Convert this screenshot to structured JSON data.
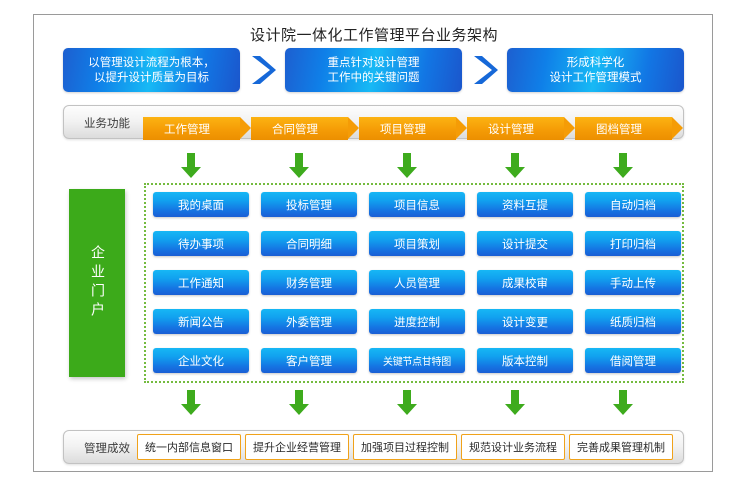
{
  "page": {
    "title": "设计院一体化工作管理平台业务架构"
  },
  "banners": [
    {
      "line1": "以管理设计流程为根本，",
      "line2": "以提升设计质量为目标"
    },
    {
      "line1": "重点针对设计管理",
      "line2": "工作中的关键问题"
    },
    {
      "line1": "形成科学化",
      "line2": "设计工作管理模式"
    }
  ],
  "chevrons": [
    {
      "name": "chevron-right-icon"
    },
    {
      "name": "chevron-right-icon"
    }
  ],
  "function_bar": {
    "label": "业务功能"
  },
  "tabs": [
    {
      "label": "工作管理"
    },
    {
      "label": "合同管理"
    },
    {
      "label": "项目管理"
    },
    {
      "label": "设计管理"
    },
    {
      "label": "图档管理"
    }
  ],
  "portal": {
    "label": "企业门户"
  },
  "columns": [
    {
      "key": "work",
      "modules": [
        "我的桌面",
        "待办事项",
        "工作通知",
        "新闻公告",
        "企业文化"
      ]
    },
    {
      "key": "contract",
      "modules": [
        "投标管理",
        "合同明细",
        "财务管理",
        "外委管理",
        "客户管理"
      ]
    },
    {
      "key": "project",
      "modules": [
        "项目信息",
        "项目策划",
        "人员管理",
        "进度控制",
        "关键节点甘特图"
      ]
    },
    {
      "key": "design",
      "modules": [
        "资料互提",
        "设计提交",
        "成果校审",
        "设计变更",
        "版本控制"
      ]
    },
    {
      "key": "archive",
      "modules": [
        "自动归档",
        "打印归档",
        "手动上传",
        "纸质归档",
        "借阅管理"
      ]
    }
  ],
  "effect_bar": {
    "label": "管理成效"
  },
  "outcomes": [
    {
      "label": "统一内部信息窗口"
    },
    {
      "label": "提升企业经营管理"
    },
    {
      "label": "加强项目过程控制"
    },
    {
      "label": "规范设计业务流程"
    },
    {
      "label": "完善成果管理机制"
    }
  ],
  "arrows_top": [
    {
      "name": "arrow-down-icon"
    },
    {
      "name": "arrow-down-icon"
    },
    {
      "name": "arrow-down-icon"
    },
    {
      "name": "arrow-down-icon"
    },
    {
      "name": "arrow-down-icon"
    }
  ],
  "arrows_bottom": [
    {
      "name": "arrow-down-icon"
    },
    {
      "name": "arrow-down-icon"
    },
    {
      "name": "arrow-down-icon"
    },
    {
      "name": "arrow-down-icon"
    },
    {
      "name": "arrow-down-icon"
    }
  ],
  "colors": {
    "banner_blue": "#1668d8",
    "banner_cyan": "#17b9f5",
    "tab_orange": "#f59c06",
    "module_cyan": "#17b7f5",
    "module_blue": "#1a5ed4",
    "portal_green": "#3caa1a",
    "arrow_green": "#3eab1d",
    "dotted_green": "#74bb3f",
    "outcome_border": "#f0a21a",
    "frame_border": "#9a9a9a"
  }
}
